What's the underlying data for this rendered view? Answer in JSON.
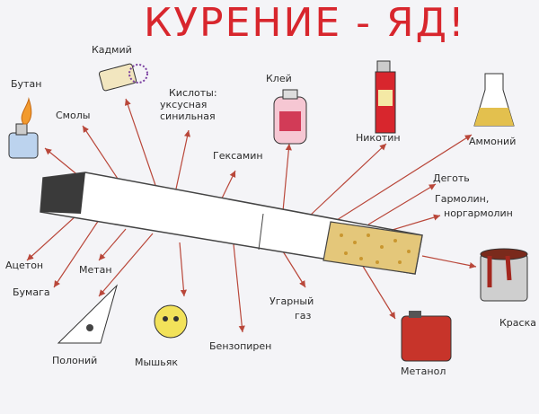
{
  "title": "КУРЕНИЕ - ЯД!",
  "labels": {
    "butan": "Бутан",
    "smoly": "Смолы",
    "kadmiy": "Кадмий",
    "kisloty_1": "Кислоты:",
    "kisloty_2": "уксусная",
    "kisloty_3": "синильная",
    "geksamin": "Гексамин",
    "klei": "Клей",
    "nikotin": "Никотин",
    "ammoniy": "Аммоний",
    "degot": "Деготь",
    "garmolin_1": "Гармолин,",
    "garmolin_2": "норгармолин",
    "aceton": "Ацетон",
    "metan": "Метан",
    "bumaga": "Бумага",
    "polonii": "Полоний",
    "myshiak": "Мышьяк",
    "benzopiren": "Бензопирен",
    "ugarny_1": "Угарный",
    "ugarny_2": "газ",
    "metanol": "Метанол",
    "kraska": "Краска"
  },
  "colors": {
    "title": "#d8262d",
    "arrow": "#b9473a",
    "filter": "#e4c77a",
    "tip": "#3a3a3a"
  }
}
